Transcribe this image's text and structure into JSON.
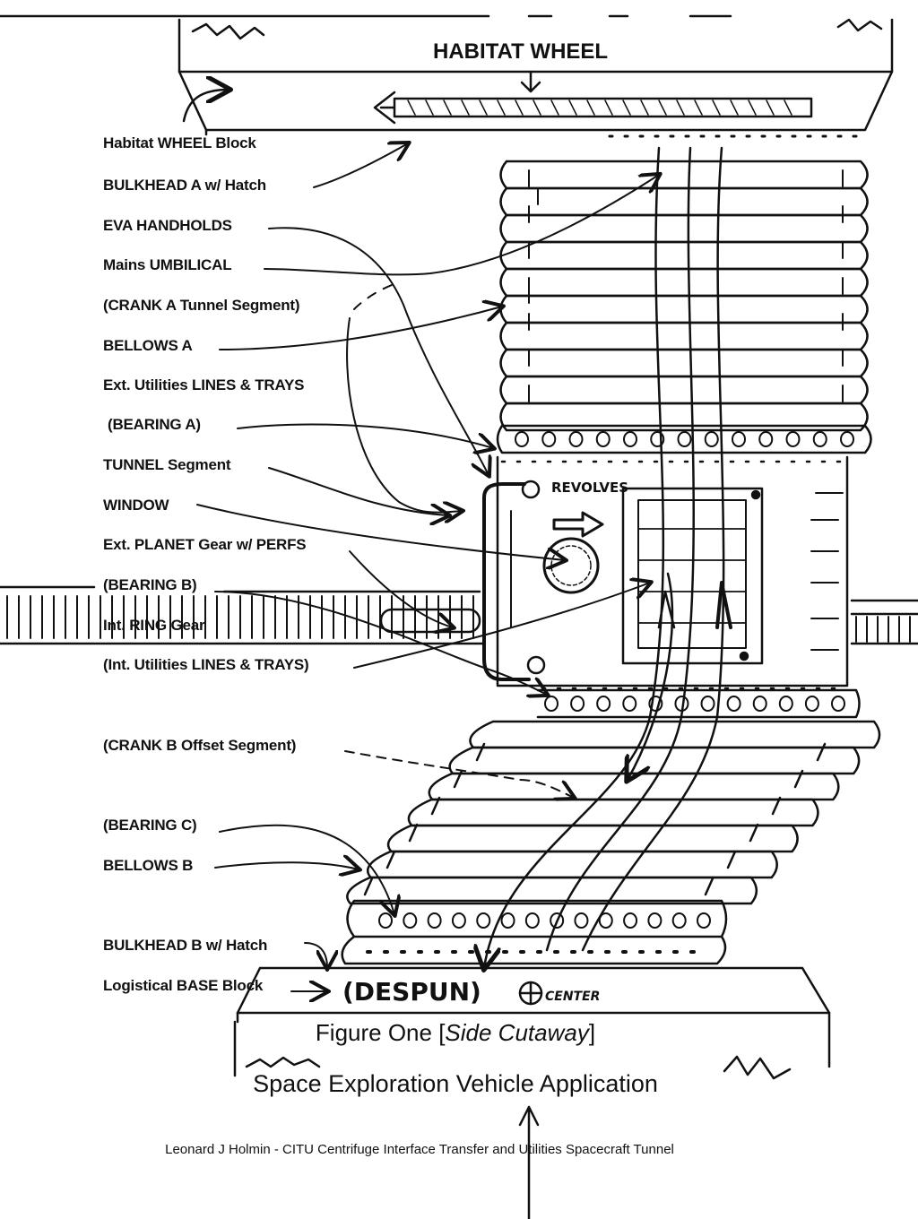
{
  "title": "HABITAT WHEEL",
  "labels": [
    "Habitat WHEEL Block",
    "BULKHEAD A w/ Hatch",
    "EVA HANDHOLDS",
    "Mains UMBILICAL",
    "(CRANK A Tunnel Segment)",
    "BELLOWS A",
    "Ext. Utilities LINES & TRAYS",
    "(BEARING A)",
    "TUNNEL Segment",
    "WINDOW",
    "Ext. PLANET Gear w/ PERFS",
    "(BEARING B)",
    "Int. RING Gear",
    "(Int. Utilities LINES & TRAYS)",
    "(CRANK B Offset Segment)",
    "(BEARING C)",
    "BELLOWS B",
    "BULKHEAD B w/ Hatch",
    "Logistical BASE Block"
  ],
  "handwritten": {
    "revolves": "REVOLVES",
    "despun": "(DESPUN)",
    "center": "CENTER"
  },
  "caption": {
    "figure_prefix": "Figure One [",
    "figure_italic": "Side Cutaway",
    "figure_suffix": "]",
    "subtitle": "Space Exploration Vehicle Application",
    "credit": "Leonard J Holmin - CITU Centrifuge Interface Transfer and Utilities Spacecraft Tunnel"
  }
}
